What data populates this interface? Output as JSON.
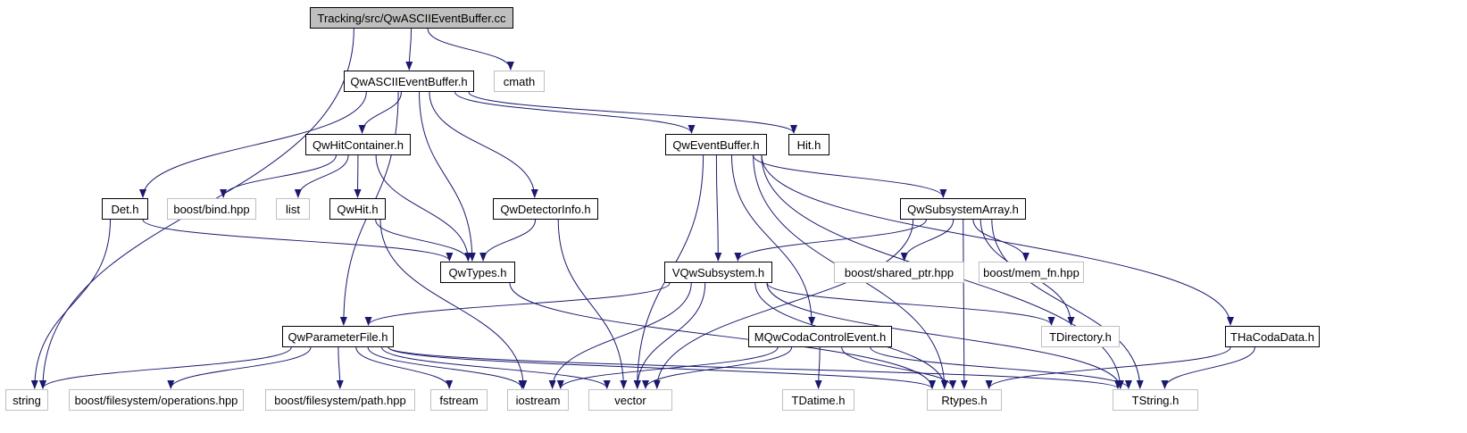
{
  "graph": {
    "colors": {
      "edge": "#191970",
      "local_border": "#000000",
      "system_border": "#bfbfbf",
      "root_fill": "#bfbfbf"
    },
    "nodes": [
      {
        "id": "root",
        "label": "Tracking/src/QwASCIIEventBuffer.cc",
        "kind": "root"
      },
      {
        "id": "asciih",
        "label": "QwASCIIEventBuffer.h",
        "kind": "local"
      },
      {
        "id": "cmath",
        "label": "cmath",
        "kind": "system"
      },
      {
        "id": "hitcont",
        "label": "QwHitContainer.h",
        "kind": "local"
      },
      {
        "id": "evbuf",
        "label": "QwEventBuffer.h",
        "kind": "local"
      },
      {
        "id": "hith",
        "label": "Hit.h",
        "kind": "local"
      },
      {
        "id": "deth",
        "label": "Det.h",
        "kind": "local"
      },
      {
        "id": "bind",
        "label": "boost/bind.hpp",
        "kind": "system"
      },
      {
        "id": "list",
        "label": "list",
        "kind": "system"
      },
      {
        "id": "qwhit",
        "label": "QwHit.h",
        "kind": "local"
      },
      {
        "id": "detinfo",
        "label": "QwDetectorInfo.h",
        "kind": "local"
      },
      {
        "id": "subarr",
        "label": "QwSubsystemArray.h",
        "kind": "local"
      },
      {
        "id": "qwtypes",
        "label": "QwTypes.h",
        "kind": "local"
      },
      {
        "id": "vqwsub",
        "label": "VQwSubsystem.h",
        "kind": "local"
      },
      {
        "id": "sharedptr",
        "label": "boost/shared_ptr.hpp",
        "kind": "system"
      },
      {
        "id": "memfn",
        "label": "boost/mem_fn.hpp",
        "kind": "system"
      },
      {
        "id": "paramfile",
        "label": "QwParameterFile.h",
        "kind": "local"
      },
      {
        "id": "mcoda",
        "label": "MQwCodaControlEvent.h",
        "kind": "local"
      },
      {
        "id": "tdir",
        "label": "TDirectory.h",
        "kind": "system"
      },
      {
        "id": "thacoda",
        "label": "THaCodaData.h",
        "kind": "local"
      },
      {
        "id": "string",
        "label": "string",
        "kind": "system"
      },
      {
        "id": "fsops",
        "label": "boost/filesystem/operations.hpp",
        "kind": "system"
      },
      {
        "id": "fspath",
        "label": "boost/filesystem/path.hpp",
        "kind": "system"
      },
      {
        "id": "fstream",
        "label": "fstream",
        "kind": "system"
      },
      {
        "id": "iostream",
        "label": "iostream",
        "kind": "system"
      },
      {
        "id": "vector",
        "label": "vector",
        "kind": "system"
      },
      {
        "id": "tdatime",
        "label": "TDatime.h",
        "kind": "system"
      },
      {
        "id": "rtypes",
        "label": "Rtypes.h",
        "kind": "system"
      },
      {
        "id": "tstring",
        "label": "TString.h",
        "kind": "system"
      }
    ],
    "edges": [
      [
        "root",
        "asciih"
      ],
      [
        "root",
        "cmath"
      ],
      [
        "root",
        "string"
      ],
      [
        "asciih",
        "hitcont"
      ],
      [
        "asciih",
        "evbuf"
      ],
      [
        "asciih",
        "hith"
      ],
      [
        "asciih",
        "deth"
      ],
      [
        "asciih",
        "detinfo"
      ],
      [
        "asciih",
        "qwtypes"
      ],
      [
        "asciih",
        "paramfile"
      ],
      [
        "hitcont",
        "bind"
      ],
      [
        "hitcont",
        "list"
      ],
      [
        "hitcont",
        "qwhit"
      ],
      [
        "hitcont",
        "qwtypes"
      ],
      [
        "deth",
        "qwtypes"
      ],
      [
        "deth",
        "string"
      ],
      [
        "qwhit",
        "qwtypes"
      ],
      [
        "qwhit",
        "iostream"
      ],
      [
        "detinfo",
        "qwtypes"
      ],
      [
        "detinfo",
        "vector"
      ],
      [
        "qwtypes",
        "rtypes"
      ],
      [
        "evbuf",
        "subarr"
      ],
      [
        "evbuf",
        "vqwsub"
      ],
      [
        "evbuf",
        "mcoda"
      ],
      [
        "evbuf",
        "thacoda"
      ],
      [
        "evbuf",
        "vector"
      ],
      [
        "evbuf",
        "rtypes"
      ],
      [
        "evbuf",
        "tstring"
      ],
      [
        "subarr",
        "vqwsub"
      ],
      [
        "subarr",
        "sharedptr"
      ],
      [
        "subarr",
        "memfn"
      ],
      [
        "subarr",
        "tdir"
      ],
      [
        "subarr",
        "vector"
      ],
      [
        "subarr",
        "rtypes"
      ],
      [
        "subarr",
        "tstring"
      ],
      [
        "vqwsub",
        "paramfile"
      ],
      [
        "vqwsub",
        "tdir"
      ],
      [
        "vqwsub",
        "iostream"
      ],
      [
        "vqwsub",
        "vector"
      ],
      [
        "vqwsub",
        "rtypes"
      ],
      [
        "vqwsub",
        "tstring"
      ],
      [
        "paramfile",
        "string"
      ],
      [
        "paramfile",
        "fsops"
      ],
      [
        "paramfile",
        "fspath"
      ],
      [
        "paramfile",
        "fstream"
      ],
      [
        "paramfile",
        "iostream"
      ],
      [
        "paramfile",
        "vector"
      ],
      [
        "paramfile",
        "rtypes"
      ],
      [
        "paramfile",
        "tstring"
      ],
      [
        "mcoda",
        "tdatime"
      ],
      [
        "mcoda",
        "rtypes"
      ],
      [
        "mcoda",
        "iostream"
      ],
      [
        "mcoda",
        "vector"
      ],
      [
        "mcoda",
        "tstring"
      ],
      [
        "thacoda",
        "rtypes"
      ],
      [
        "thacoda",
        "tstring"
      ]
    ]
  }
}
